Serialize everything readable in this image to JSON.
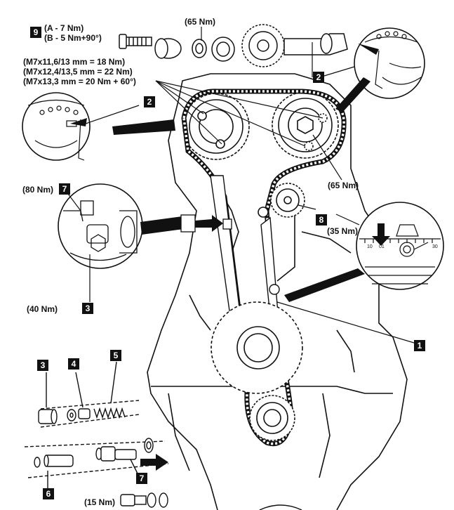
{
  "spec_block": {
    "badge": "9",
    "line_a": "(A - 7  Nm)",
    "line_b": "(B - 5  Nm+90°)"
  },
  "torques": {
    "top_center": "(65 Nm)",
    "m7_line1": "(M7x11,6/13 mm = 18 Nm)",
    "m7_line2": "(M7x12,4/13,5 mm = 22 Nm)",
    "m7_line3": "(M7x13,3 mm = 20 Nm + 60°)",
    "cam_right": "(65 Nm)",
    "tensioner_left": "(80 Nm)",
    "tensioner_bottom": "(40 Nm)",
    "idler_right": "(35 Nm)",
    "bottom_bolt": "(15 Nm)"
  },
  "callouts": {
    "n1": "1",
    "n2_left": "2",
    "n2_right": "2",
    "n3_detail": "3",
    "n3_parts": "3",
    "n4": "4",
    "n5": "5",
    "n6": "6",
    "n7_detail": "7",
    "n7_parts": "7",
    "n8": "8"
  },
  "scale_ticks": [
    "10",
    "01",
    "30"
  ]
}
